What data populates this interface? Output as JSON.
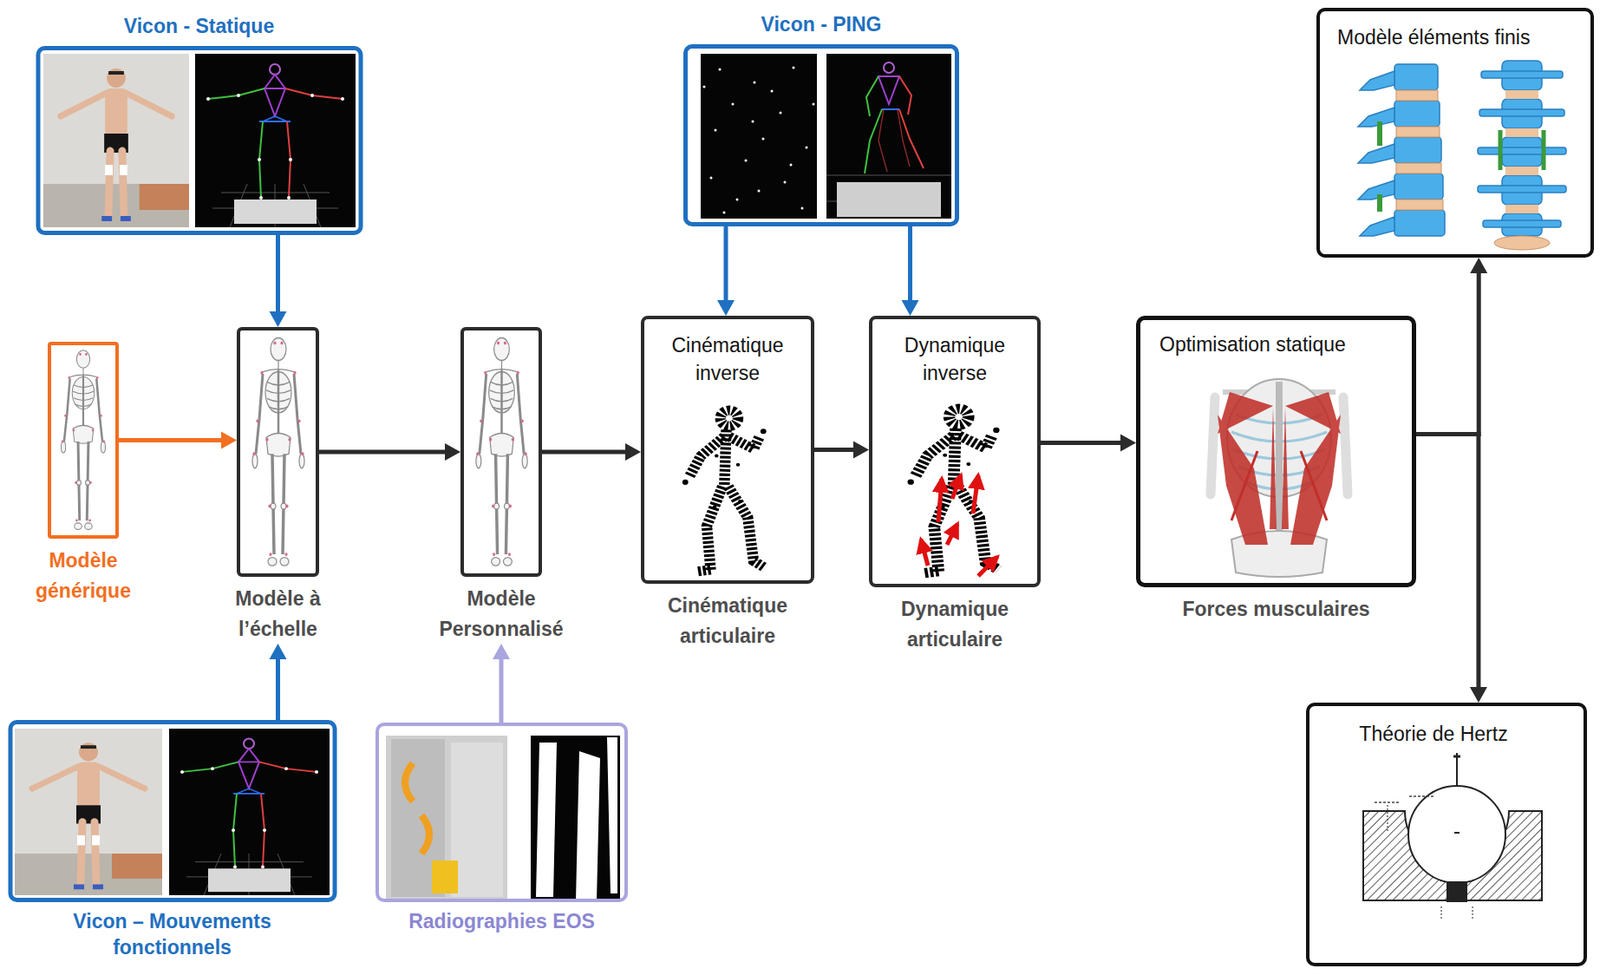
{
  "diagram": {
    "nodes": [
      {
        "text": [
          "Vicon - Statique"
        ]
      },
      {
        "text": [
          "Vicon - PING"
        ]
      },
      {
        "text": [
          "Modèle éléments finis"
        ]
      },
      {
        "text": [
          "Modèle générique"
        ]
      },
      {
        "text": [
          "Modèle à l’échelle"
        ]
      },
      {
        "text": [
          "Modèle Personnalisé"
        ]
      },
      {
        "text": [
          "Cinématique inverse",
          "Cinématique articulaire"
        ]
      },
      {
        "text": [
          "Dynamique inverse",
          "Dynamique articulaire"
        ]
      },
      {
        "text": [
          "Optimisation statique",
          "Forces musculaires"
        ]
      },
      {
        "text": [
          "Vicon – Mouvements fonctionnels"
        ]
      },
      {
        "text": [
          "Radiographies EOS"
        ]
      },
      {
        "text": [
          "Théorie de Hertz"
        ]
      }
    ],
    "edges": [
      {
        "from": 0,
        "to": 4,
        "arrow": "to"
      },
      {
        "from": 9,
        "to": 4,
        "arrow": "to"
      },
      {
        "from": 3,
        "to": 4,
        "arrow": "to"
      },
      {
        "from": 4,
        "to": 5,
        "arrow": "to"
      },
      {
        "from": 10,
        "to": 5,
        "arrow": "to"
      },
      {
        "from": 5,
        "to": 6,
        "arrow": "to"
      },
      {
        "from": 1,
        "to": 6,
        "arrow": "to"
      },
      {
        "from": 1,
        "to": 7,
        "arrow": "to"
      },
      {
        "from": 6,
        "to": 7,
        "arrow": "to"
      },
      {
        "from": 7,
        "to": 8,
        "arrow": "to"
      },
      {
        "from": 8,
        "to": 2,
        "arrow": "to"
      },
      {
        "from": 8,
        "to": 11,
        "arrow": "to"
      }
    ]
  }
}
